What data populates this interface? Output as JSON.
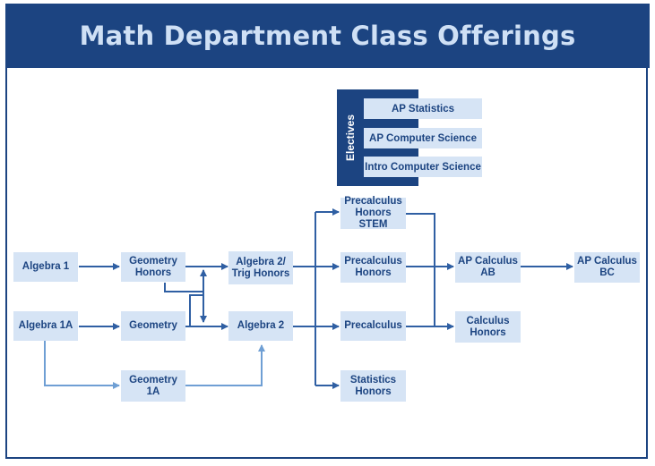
{
  "title": "Math Department Class Offerings",
  "electives": {
    "label": "Electives",
    "items": [
      "AP Statistics",
      "AP Computer Science",
      "Intro Computer Science"
    ]
  },
  "courses": {
    "algebra1": "Algebra 1",
    "algebra1a": "Algebra 1A",
    "geometry_honors": "Geometry Honors",
    "geometry": "Geometry",
    "geometry_1a": "Geometry 1A",
    "algebra2_trig_honors": "Algebra 2/ Trig Honors",
    "algebra2": "Algebra 2",
    "precalc_honors_stem": "Precalculus Honors STEM",
    "precalc_honors": "Precalculus Honors",
    "precalc": "Precalculus",
    "statistics_honors": "Statistics Honors",
    "ap_calc_ab": "AP Calculus AB",
    "calculus_honors": "Calculus Honors",
    "ap_calc_bc": "AP Calculus BC"
  },
  "colors": {
    "header": "#1c4481",
    "title_text": "#cfe0f5",
    "box_fill": "#d6e4f5",
    "arrow_dark": "#2f5fa3",
    "arrow_light": "#6f9fd4"
  }
}
